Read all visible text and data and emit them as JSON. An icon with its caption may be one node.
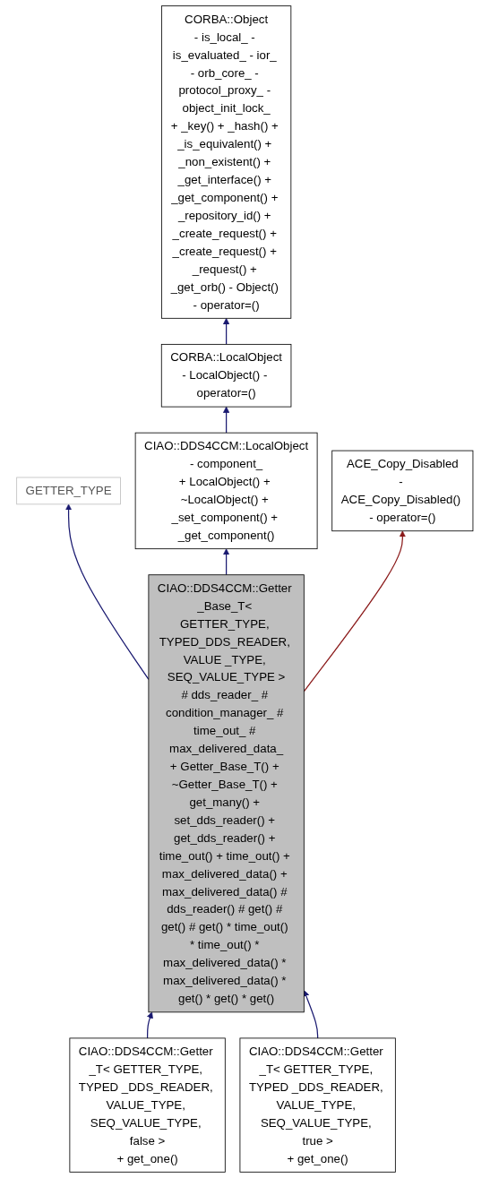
{
  "diagram": {
    "nodes": [
      {
        "text": [
          "CORBA::Object",
          "- is_local_ - is_evaluated_ - ior_ - orb_core_ - protocol_proxy_ - object_init_lock_",
          "+ _key() + _hash() + _is_equivalent() + _non_existent() + _get_interface() + _get_component() + _repository_id() + _create_request() + _create_request() + _request() + _get_orb() - Object() - operator=()"
        ]
      },
      {
        "text": [
          "CORBA::LocalObject",
          "- LocalObject() - operator=()"
        ]
      },
      {
        "text": [
          "GETTER_TYPE"
        ]
      },
      {
        "text": [
          "CIAO::DDS4CCM::LocalObject",
          "- component_",
          "+ LocalObject() + ~LocalObject() + _set_component() + _get_component()"
        ]
      },
      {
        "text": [
          "ACE_Copy_Disabled",
          "- ACE_Copy_Disabled() - operator=()"
        ]
      },
      {
        "text": [
          "CIAO::DDS4CCM::Getter _Base_T< GETTER_TYPE, TYPED_DDS_READER, VALUE _TYPE, SEQ_VALUE_TYPE >",
          "# dds_reader_ # condition_manager_ # time_out_ # max_delivered_data_",
          "+ Getter_Base_T() + ~Getter_Base_T() + get_many() + set_dds_reader() + get_dds_reader() + time_out() + time_out() + max_delivered_data() + max_delivered_data() # dds_reader() # get() # get() # get() * time_out() * time_out() * max_delivered_data() * max_delivered_data() * get() * get() * get()"
        ]
      },
      {
        "text": [
          "CIAO::DDS4CCM::Getter _T< GETTER_TYPE, TYPED _DDS_READER, VALUE_TYPE, SEQ_VALUE_TYPE, false >",
          "+ get_one()"
        ]
      },
      {
        "text": [
          "CIAO::DDS4CCM::Getter _T< GETTER_TYPE, TYPED _DDS_READER, VALUE_TYPE, SEQ_VALUE_TYPE, true >",
          "+ get_one()"
        ]
      }
    ],
    "edges": [
      {
        "from": 1,
        "to": 0,
        "arrow": "to"
      },
      {
        "from": 3,
        "to": 1,
        "arrow": "to"
      },
      {
        "from": 5,
        "to": 2,
        "arrow": "to"
      },
      {
        "from": 5,
        "to": 3,
        "arrow": "to"
      },
      {
        "from": 5,
        "to": 4,
        "arrow": "to",
        "color": "#8b1a1a"
      },
      {
        "from": 6,
        "to": 5,
        "arrow": "to"
      },
      {
        "from": 7,
        "to": 5,
        "arrow": "to"
      }
    ]
  }
}
